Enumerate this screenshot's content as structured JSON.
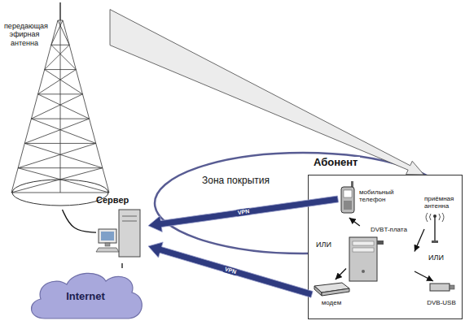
{
  "diagram": {
    "nodes": [
      {
        "text": [
          "передающая эфирная антенна"
        ]
      },
      {
        "text": [
          "Зона покрытия"
        ]
      },
      {
        "text": [
          "Абонент"
        ]
      },
      {
        "text": [
          "Сервер"
        ]
      },
      {
        "text": [
          "Internet"
        ]
      },
      {
        "text": [
          "мобильный телефон"
        ],
        "in": 2
      },
      {
        "text": [
          "приёмная антенна"
        ],
        "in": 2
      },
      {
        "text": [
          "DVBT-плата"
        ],
        "in": 2
      },
      {
        "text": [
          "модем"
        ],
        "in": 2
      },
      {
        "text": [
          "DVB-USB"
        ],
        "in": 2
      }
    ],
    "edges": [
      {
        "from": 0,
        "to": 2,
        "arrow": "to"
      },
      {
        "from": 0,
        "to": 3,
        "arrow": "none"
      },
      {
        "from": 3,
        "to": 4,
        "arrow": "none"
      },
      {
        "from": 5,
        "to": 3,
        "label": "VPN",
        "arrow": "to"
      },
      {
        "from": 8,
        "to": 3,
        "label": "VPN",
        "arrow": "to"
      },
      {
        "from": 7,
        "to": 5,
        "arrow": "to"
      },
      {
        "from": 7,
        "to": 8,
        "arrow": "to"
      },
      {
        "from": 6,
        "to": 7,
        "arrow": "to"
      },
      {
        "from": 7,
        "to": 9,
        "arrow": "to"
      }
    ],
    "labels": [
      "ИЛИ",
      "ИЛИ"
    ]
  }
}
